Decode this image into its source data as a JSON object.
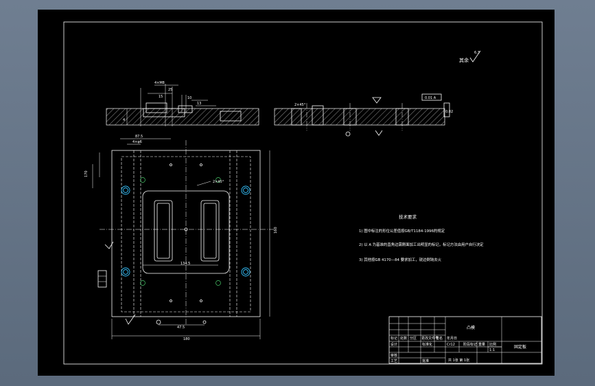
{
  "roughness": {
    "label": "其余",
    "value": "6.3"
  },
  "tech_notes": {
    "title": "技术要求",
    "items": [
      "1) 图中标注的形位公差值按GB/T1184-1996的规定",
      "2) 以 A 为基准的直角边需刚面加工出明显的标记，标记方法由用户自行决定",
      "3) 其他按GB 4170—84 要求加工，锐边倒钝去火"
    ]
  },
  "dimensions": {
    "top_left_width": "180",
    "plate_height": "160",
    "inner_width": "87.5",
    "inner_span": "134.5",
    "hole_offset": "47.5",
    "holes_spec": "4×φ6",
    "dim_a": "4×M8",
    "dim_b": "25",
    "dim_c": "15",
    "dim_d": "10",
    "dim_e": "13",
    "angle": "4",
    "side_value": "170",
    "chamfer": "2×45°"
  },
  "tolerance": {
    "flatness": "0.02",
    "parallel": "0.01 A"
  },
  "title_block": {
    "part_name": "凸模",
    "material": "Cr12",
    "drawing_name": "固定板",
    "scale": "1:1",
    "sheet": "共 1张 第 1张",
    "row_labels": [
      "标记",
      "设计",
      "审核",
      "工艺"
    ],
    "header_cells": [
      "处数",
      "分区",
      "更改文件号",
      "签名",
      "年月日"
    ],
    "cells": [
      "阶段标记",
      "重量",
      "比例",
      "标准化",
      "批准"
    ]
  }
}
